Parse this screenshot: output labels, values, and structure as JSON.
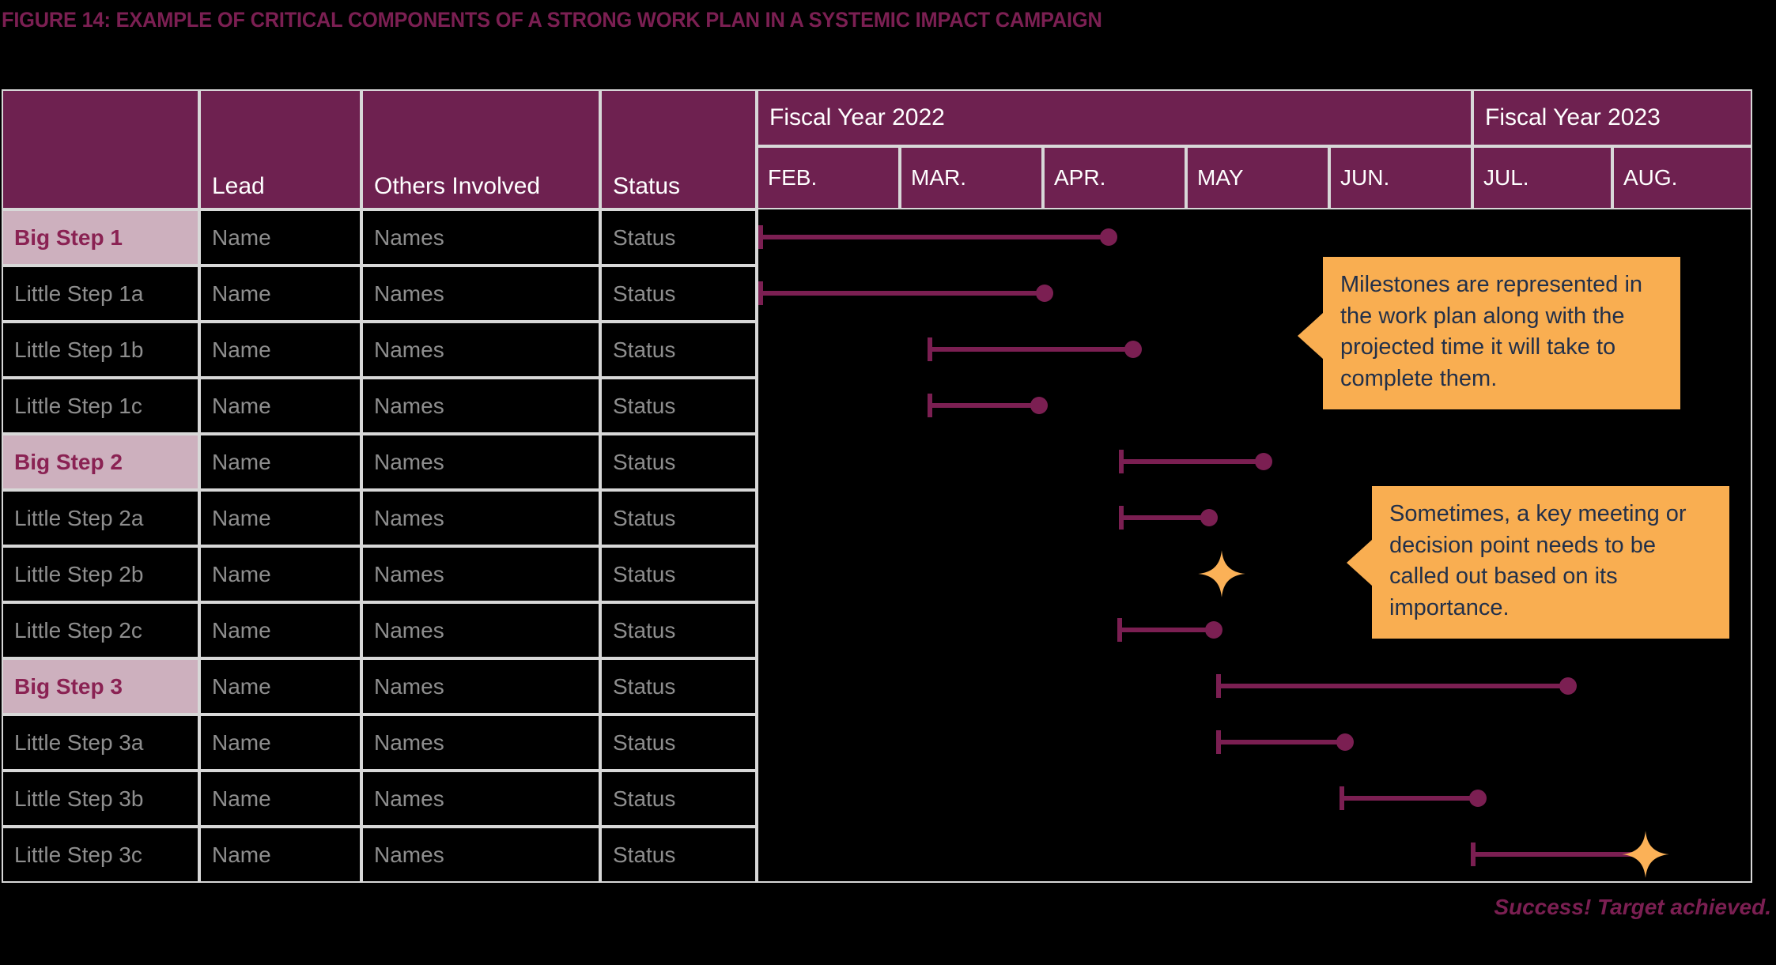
{
  "figure": {
    "title": "FIGURE 14: EXAMPLE OF CRITICAL COMPONENTS OF A STRONG WORK PLAN IN A SYSTEMIC IMPACT CAMPAIGN",
    "title_color": "#7B1F52"
  },
  "colors": {
    "header_bg": "#6E2150",
    "big_step_bg": "#CDB0BE",
    "big_step_text": "#8A2253",
    "bar": "#7B1F52",
    "callout_bg": "#F9AE51",
    "callout_text": "#22304A",
    "grid_line": "#D8D8D8",
    "body_text": "#8E8E8E",
    "page_bg": "#000000",
    "star": "#FBB157"
  },
  "table": {
    "columns": [
      {
        "key": "step",
        "label": ""
      },
      {
        "key": "lead",
        "label": "Lead"
      },
      {
        "key": "others",
        "label": "Others Involved"
      },
      {
        "key": "status",
        "label": "Status"
      }
    ],
    "fiscal_years": [
      {
        "label": "Fiscal Year 2022",
        "months": [
          "FEB.",
          "MAR.",
          "APR.",
          "MAY",
          "JUN."
        ]
      },
      {
        "label": "Fiscal Year 2023",
        "months": [
          "JUL.",
          "AUG."
        ]
      }
    ],
    "months": [
      "FEB.",
      "MAR.",
      "APR.",
      "MAY",
      "JUN.",
      "JUL.",
      "AUG."
    ],
    "rows": [
      {
        "step": "Big Step 1",
        "type": "big",
        "lead": "Name",
        "others": "Names",
        "status": "Status"
      },
      {
        "step": "Little Step 1a",
        "type": "little",
        "lead": "Name",
        "others": "Names",
        "status": "Status"
      },
      {
        "step": "Little Step 1b",
        "type": "little",
        "lead": "Name",
        "others": "Names",
        "status": "Status"
      },
      {
        "step": "Little Step 1c",
        "type": "little",
        "lead": "Name",
        "others": "Names",
        "status": "Status"
      },
      {
        "step": "Big Step 2",
        "type": "big",
        "lead": "Name",
        "others": "Names",
        "status": "Status"
      },
      {
        "step": "Little Step 2a",
        "type": "little",
        "lead": "Name",
        "others": "Names",
        "status": "Status"
      },
      {
        "step": "Little Step 2b",
        "type": "little",
        "lead": "Name",
        "others": "Names",
        "status": "Status"
      },
      {
        "step": "Little Step 2c",
        "type": "little",
        "lead": "Name",
        "others": "Names",
        "status": "Status"
      },
      {
        "step": "Big Step 3",
        "type": "big",
        "lead": "Name",
        "others": "Names",
        "status": "Status"
      },
      {
        "step": "Little Step 3a",
        "type": "little",
        "lead": "Name",
        "others": "Names",
        "status": "Status"
      },
      {
        "step": "Little Step 3b",
        "type": "little",
        "lead": "Name",
        "others": "Names",
        "status": "Status"
      },
      {
        "step": "Little Step 3c",
        "type": "little",
        "lead": "Name",
        "others": "Names",
        "status": "Status"
      }
    ]
  },
  "chart_data": {
    "type": "bar",
    "title": "Work plan Gantt timeline",
    "xlabel": "",
    "ylabel": "",
    "x_categories": [
      "FEB.",
      "MAR.",
      "APR.",
      "MAY",
      "JUN.",
      "JUL.",
      "AUG."
    ],
    "x_axis_groups": [
      {
        "label": "Fiscal Year 2022",
        "span": [
          "FEB.",
          "JUN."
        ]
      },
      {
        "label": "Fiscal Year 2023",
        "span": [
          "JUL.",
          "AUG."
        ]
      }
    ],
    "grid": true,
    "legend": "none",
    "bars": [
      {
        "row": "Big Step 1",
        "start_month_index": 0.0,
        "end_month_index": 2.45,
        "end_marker": "milestone-dot"
      },
      {
        "row": "Little Step 1a",
        "start_month_index": 0.0,
        "end_month_index": 2.0,
        "end_marker": "milestone-dot"
      },
      {
        "row": "Little Step 1b",
        "start_month_index": 1.18,
        "end_month_index": 2.62,
        "end_marker": "milestone-dot"
      },
      {
        "row": "Little Step 1c",
        "start_month_index": 1.18,
        "end_month_index": 1.96,
        "end_marker": "milestone-dot"
      },
      {
        "row": "Big Step 2",
        "start_month_index": 2.52,
        "end_month_index": 3.53,
        "end_marker": "milestone-dot"
      },
      {
        "row": "Little Step 2a",
        "start_month_index": 2.52,
        "end_month_index": 3.15,
        "end_marker": "milestone-dot"
      },
      {
        "row": "Little Step 2b",
        "start_month_index": null,
        "end_month_index": 3.24,
        "end_marker": "star"
      },
      {
        "row": "Little Step 2c",
        "start_month_index": 2.51,
        "end_month_index": 3.18,
        "end_marker": "milestone-dot"
      },
      {
        "row": "Big Step 3",
        "start_month_index": 3.2,
        "end_month_index": 5.66,
        "end_marker": "milestone-dot"
      },
      {
        "row": "Little Step 3a",
        "start_month_index": 3.2,
        "end_month_index": 4.1,
        "end_marker": "milestone-dot"
      },
      {
        "row": "Little Step 3b",
        "start_month_index": 4.06,
        "end_month_index": 5.03,
        "end_marker": "milestone-dot"
      },
      {
        "row": "Little Step 3c",
        "start_month_index": 4.98,
        "end_month_index": 6.2,
        "end_marker": "star"
      }
    ]
  },
  "callouts": [
    {
      "id": "milestones",
      "text": "Milestones are represented in the work plan along with the projected time it will take to complete them."
    },
    {
      "id": "key-meeting",
      "text": "Sometimes, a key meeting or decision point needs to be called out based on its importance."
    }
  ],
  "footer": {
    "note": "Success! Target achieved."
  }
}
